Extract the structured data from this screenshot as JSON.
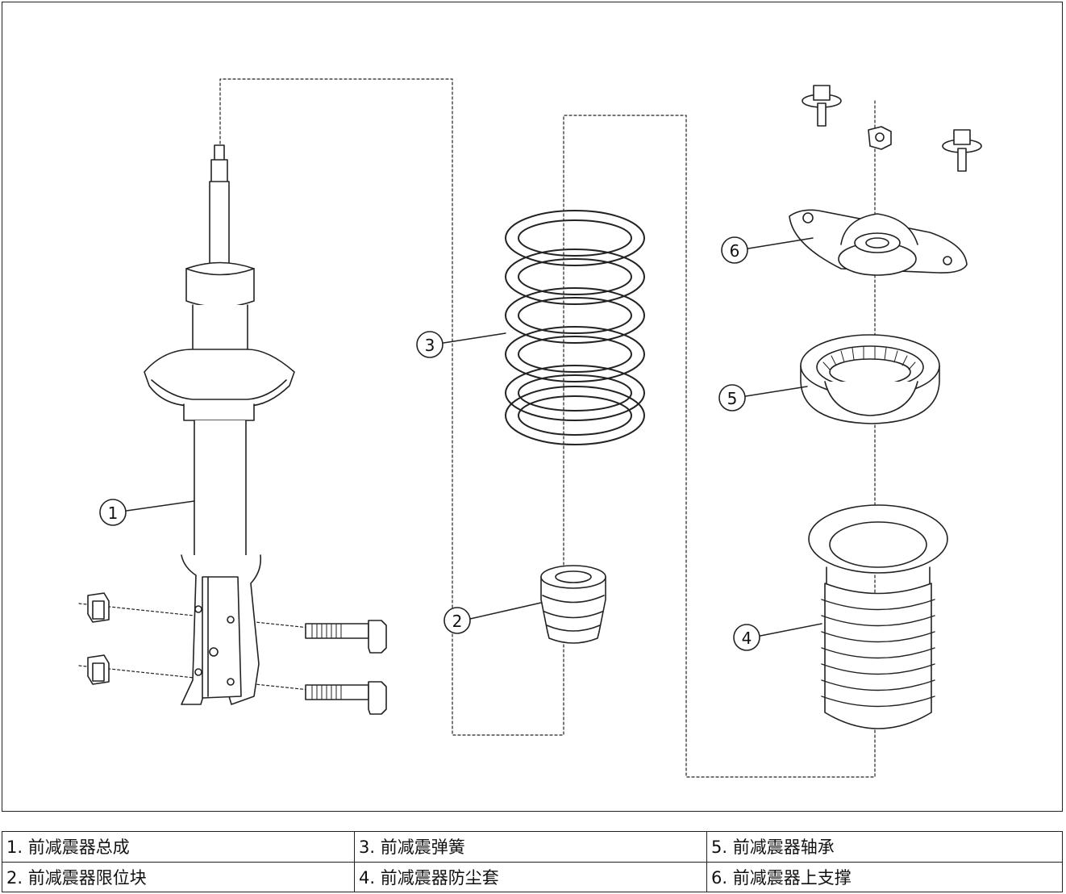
{
  "diagram": {
    "callouts": [
      "1",
      "2",
      "3",
      "4",
      "5",
      "6"
    ]
  },
  "legend": {
    "rows": [
      [
        "1. 前减震器总成",
        "3. 前减震弹簧",
        "5. 前减震器轴承"
      ],
      [
        "2. 前减震器限位块",
        "4. 前减震器防尘套",
        "6. 前减震器上支撑"
      ]
    ]
  }
}
